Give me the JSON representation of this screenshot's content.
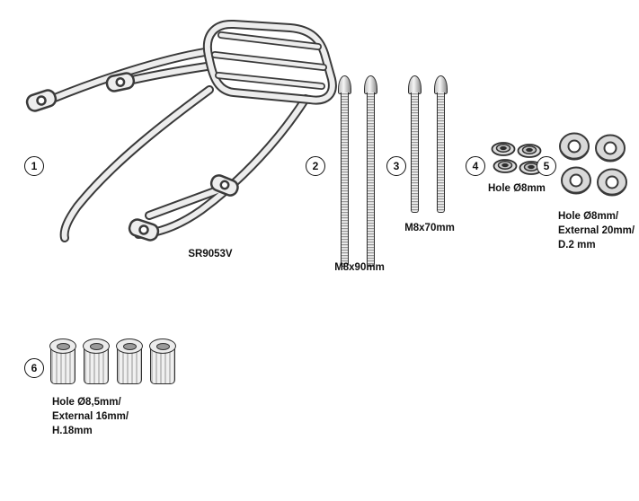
{
  "items": [
    {
      "number": "1",
      "label": "SR9053V"
    },
    {
      "number": "2",
      "label": "M8x90mm"
    },
    {
      "number": "3",
      "label": "M8x70mm"
    },
    {
      "number": "4",
      "label": "Hole Ø8mm"
    },
    {
      "number": "5",
      "label": "Hole Ø8mm/\nExternal 20mm/\nD.2 mm"
    },
    {
      "number": "6",
      "label": "Hole Ø8,5mm/\nExternal 16mm/\nH.18mm"
    }
  ],
  "colors": {
    "outline": "#3a3a3a",
    "tube_fill": "#ededed",
    "metal_light": "#d9d9d9",
    "background": "#ffffff"
  }
}
